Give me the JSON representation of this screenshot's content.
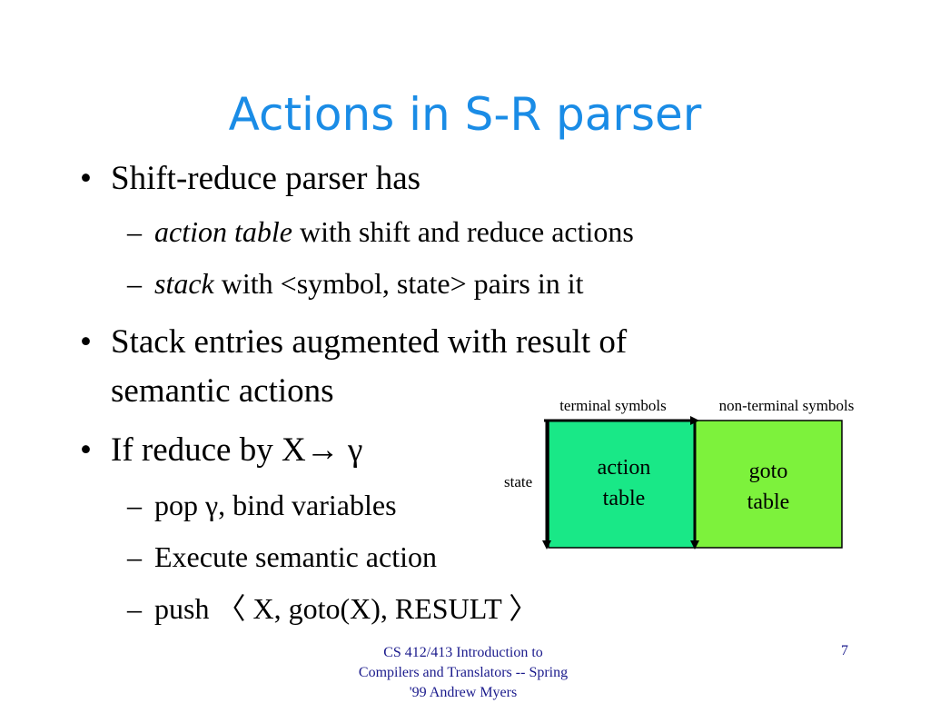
{
  "slide": {
    "title": "Actions in S-R parser",
    "bullet_glyph": "•",
    "dash_glyph": "–",
    "items": [
      {
        "text": "Shift-reduce parser has"
      },
      {
        "em": "action table",
        "rest": " with shift and reduce actions"
      },
      {
        "em": "stack",
        "rest": " with <symbol, state> pairs in it"
      },
      {
        "line1": "Stack entries augmented with result of",
        "line2": "semantic actions"
      },
      {
        "text": "If reduce by X",
        "arrow": "→",
        "gamma": "γ"
      },
      {
        "text": "pop ",
        "gamma": "γ",
        "rest": ",  bind variables"
      },
      {
        "text": "Execute semantic action"
      },
      {
        "open": "〈",
        "text": " X, goto(X), RESULT ",
        "close": "〉",
        "prefix": "push "
      }
    ]
  },
  "diagram": {
    "terminal_label": "terminal symbols",
    "nonterminal_label": "non-terminal symbols",
    "state_label": "state",
    "action_line1": "action",
    "action_line2": "table",
    "goto_line1": "goto",
    "goto_line2": "table",
    "action_color": "#19e887",
    "goto_color": "#7df23c"
  },
  "footer": {
    "line1": "CS 412/413 Introduction to",
    "line2": "Compilers and Translators -- Spring",
    "line3": "'99    Andrew Myers",
    "page_number": "7"
  }
}
